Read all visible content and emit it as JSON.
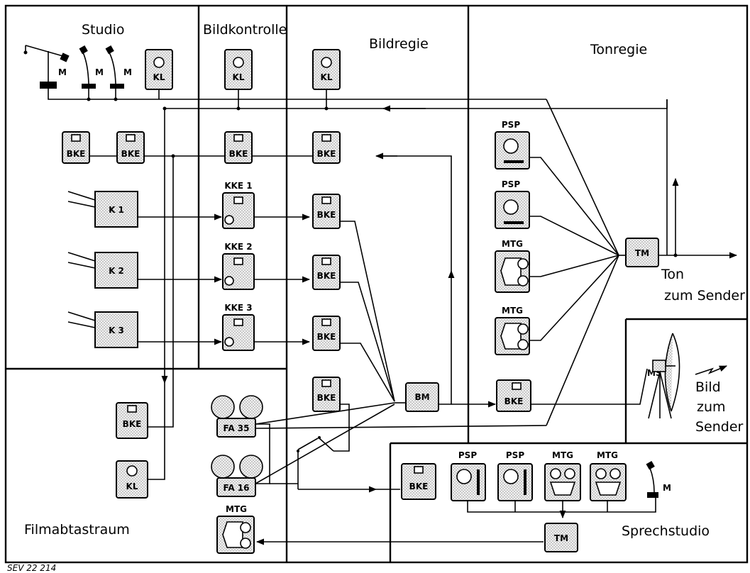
{
  "rooms": {
    "studio": "Studio",
    "bildkontrolle": "Bildkontrolle",
    "bildregie": "Bildregie",
    "tonregie": "Tonregie",
    "filmabtastraum": "Filmabtastraum",
    "sprechstudio": "Sprechstudio"
  },
  "devices": {
    "m": "M",
    "kl": "KL",
    "bke": "BKE",
    "k1": "K 1",
    "k2": "K 2",
    "k3": "K 3",
    "kke1": "KKE 1",
    "kke2": "KKE 2",
    "kke3": "KKE 3",
    "psp": "PSP",
    "mtg": "MTG",
    "tm": "TM",
    "bm": "BM",
    "ms": "MS",
    "fa35": "FA 35",
    "fa16": "FA 16"
  },
  "outputs": {
    "ton_line1": "Ton",
    "ton_line2": "zum Sender",
    "bild_line1": "Bild",
    "bild_line2": "zum",
    "bild_line3": "Sender"
  },
  "reference": "SEV 22 214"
}
